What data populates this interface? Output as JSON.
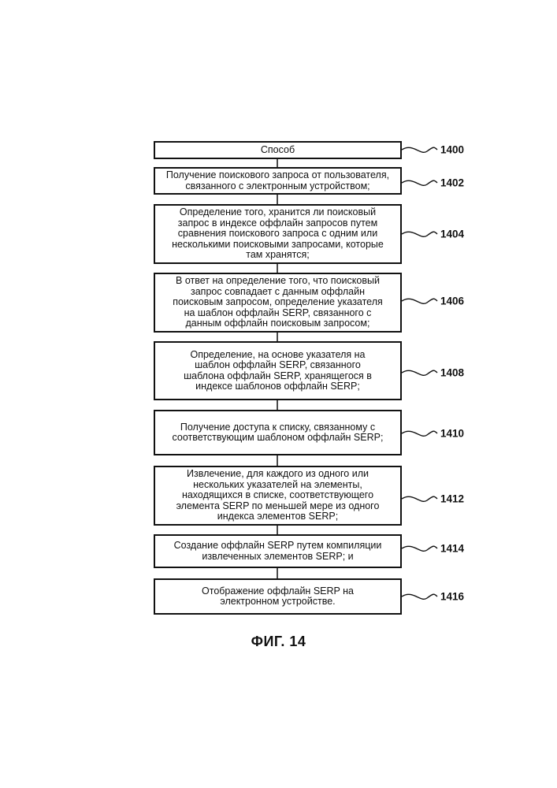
{
  "steps": [
    {
      "ref": "1400",
      "lines": [
        "Способ"
      ]
    },
    {
      "ref": "1402",
      "lines": [
        "Получение поискового запроса от пользователя,",
        "связанного с электронным устройством;"
      ]
    },
    {
      "ref": "1404",
      "lines": [
        "Определение того, хранится ли поисковый",
        "запрос в индексе оффлайн запросов путем",
        "сравнения поискового запроса с одним или",
        "несколькими поисковыми запросами, которые",
        "там хранятся;"
      ]
    },
    {
      "ref": "1406",
      "lines": [
        "В ответ на определение того, что поисковый",
        "запрос совпадает с данным оффлайн",
        "поисковым запросом, определение указателя",
        "на шаблон оффлайн SERP, связанного с",
        "данным оффлайн поисковым запросом;"
      ]
    },
    {
      "ref": "1408",
      "lines": [
        "Определение, на основе указателя на",
        "шаблон оффлайн SERP, связанного",
        "шаблона оффлайн SERP, хранящегося в",
        "индексе шаблонов оффлайн SERP;"
      ]
    },
    {
      "ref": "1410",
      "lines": [
        "Получение доступа к списку, связанному с",
        "соответствующим шаблоном оффлайн SERP;"
      ]
    },
    {
      "ref": "1412",
      "lines": [
        "Извлечение, для каждого из одного или",
        "нескольких указателей на элементы,",
        "находящихся в списке, соответствующего",
        "элемента SERP по меньшей мере из одного",
        "индекса элементов SERP;"
      ]
    },
    {
      "ref": "1414",
      "lines": [
        "Создание оффлайн SERP путем компиляции",
        "извлеченных элементов SERP; и"
      ]
    },
    {
      "ref": "1416",
      "lines": [
        "Отображение оффлайн SERP на",
        "электронном устройстве."
      ]
    }
  ],
  "caption": "ФИГ. 14"
}
